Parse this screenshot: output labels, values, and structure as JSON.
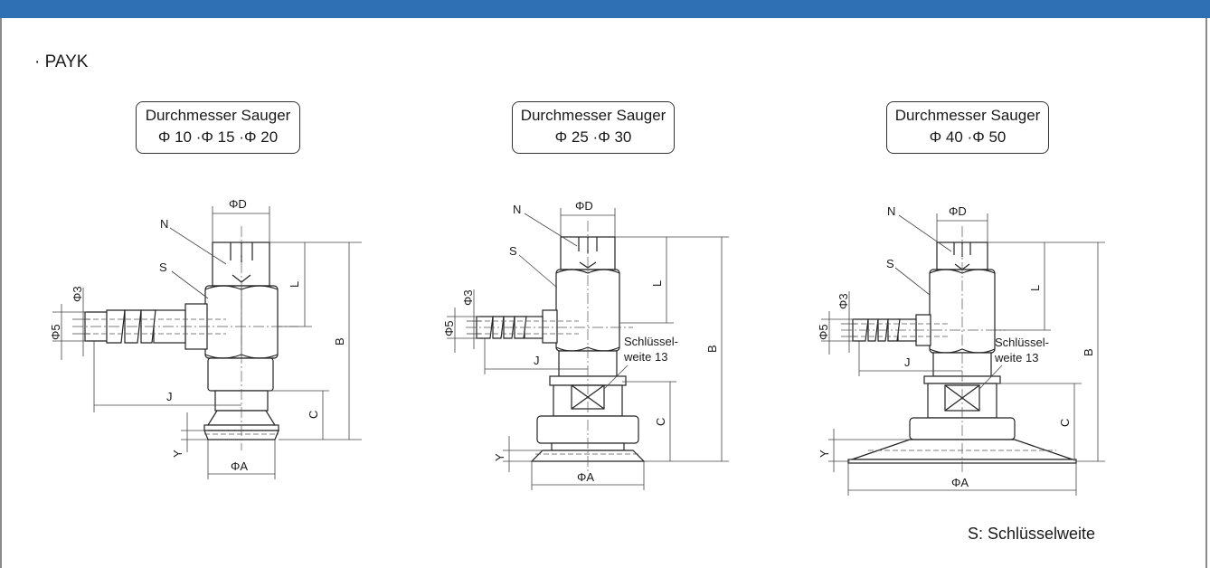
{
  "header": {
    "bar_color": "#2f6fb3"
  },
  "section": {
    "title": "· PAYK"
  },
  "variants": [
    {
      "heading": "Durchmesser Sauger",
      "sizes": "Φ 10 ·Φ 15 ·Φ 20"
    },
    {
      "heading": "Durchmesser Sauger",
      "sizes": "Φ 25 ·Φ 30"
    },
    {
      "heading": "Durchmesser Sauger",
      "sizes": "Φ 40 ·Φ 50"
    }
  ],
  "dimensions": {
    "N": "N",
    "S": "S",
    "D": "ΦD",
    "L": "L",
    "B": "B",
    "C": "C",
    "J": "J",
    "Y": "Y",
    "A": "ΦA",
    "d3": "Φ3",
    "d5": "Φ5",
    "wrench1": "Schlüssel-",
    "wrench2": "weite 13"
  },
  "footnote": "S: Schlüsselweite"
}
